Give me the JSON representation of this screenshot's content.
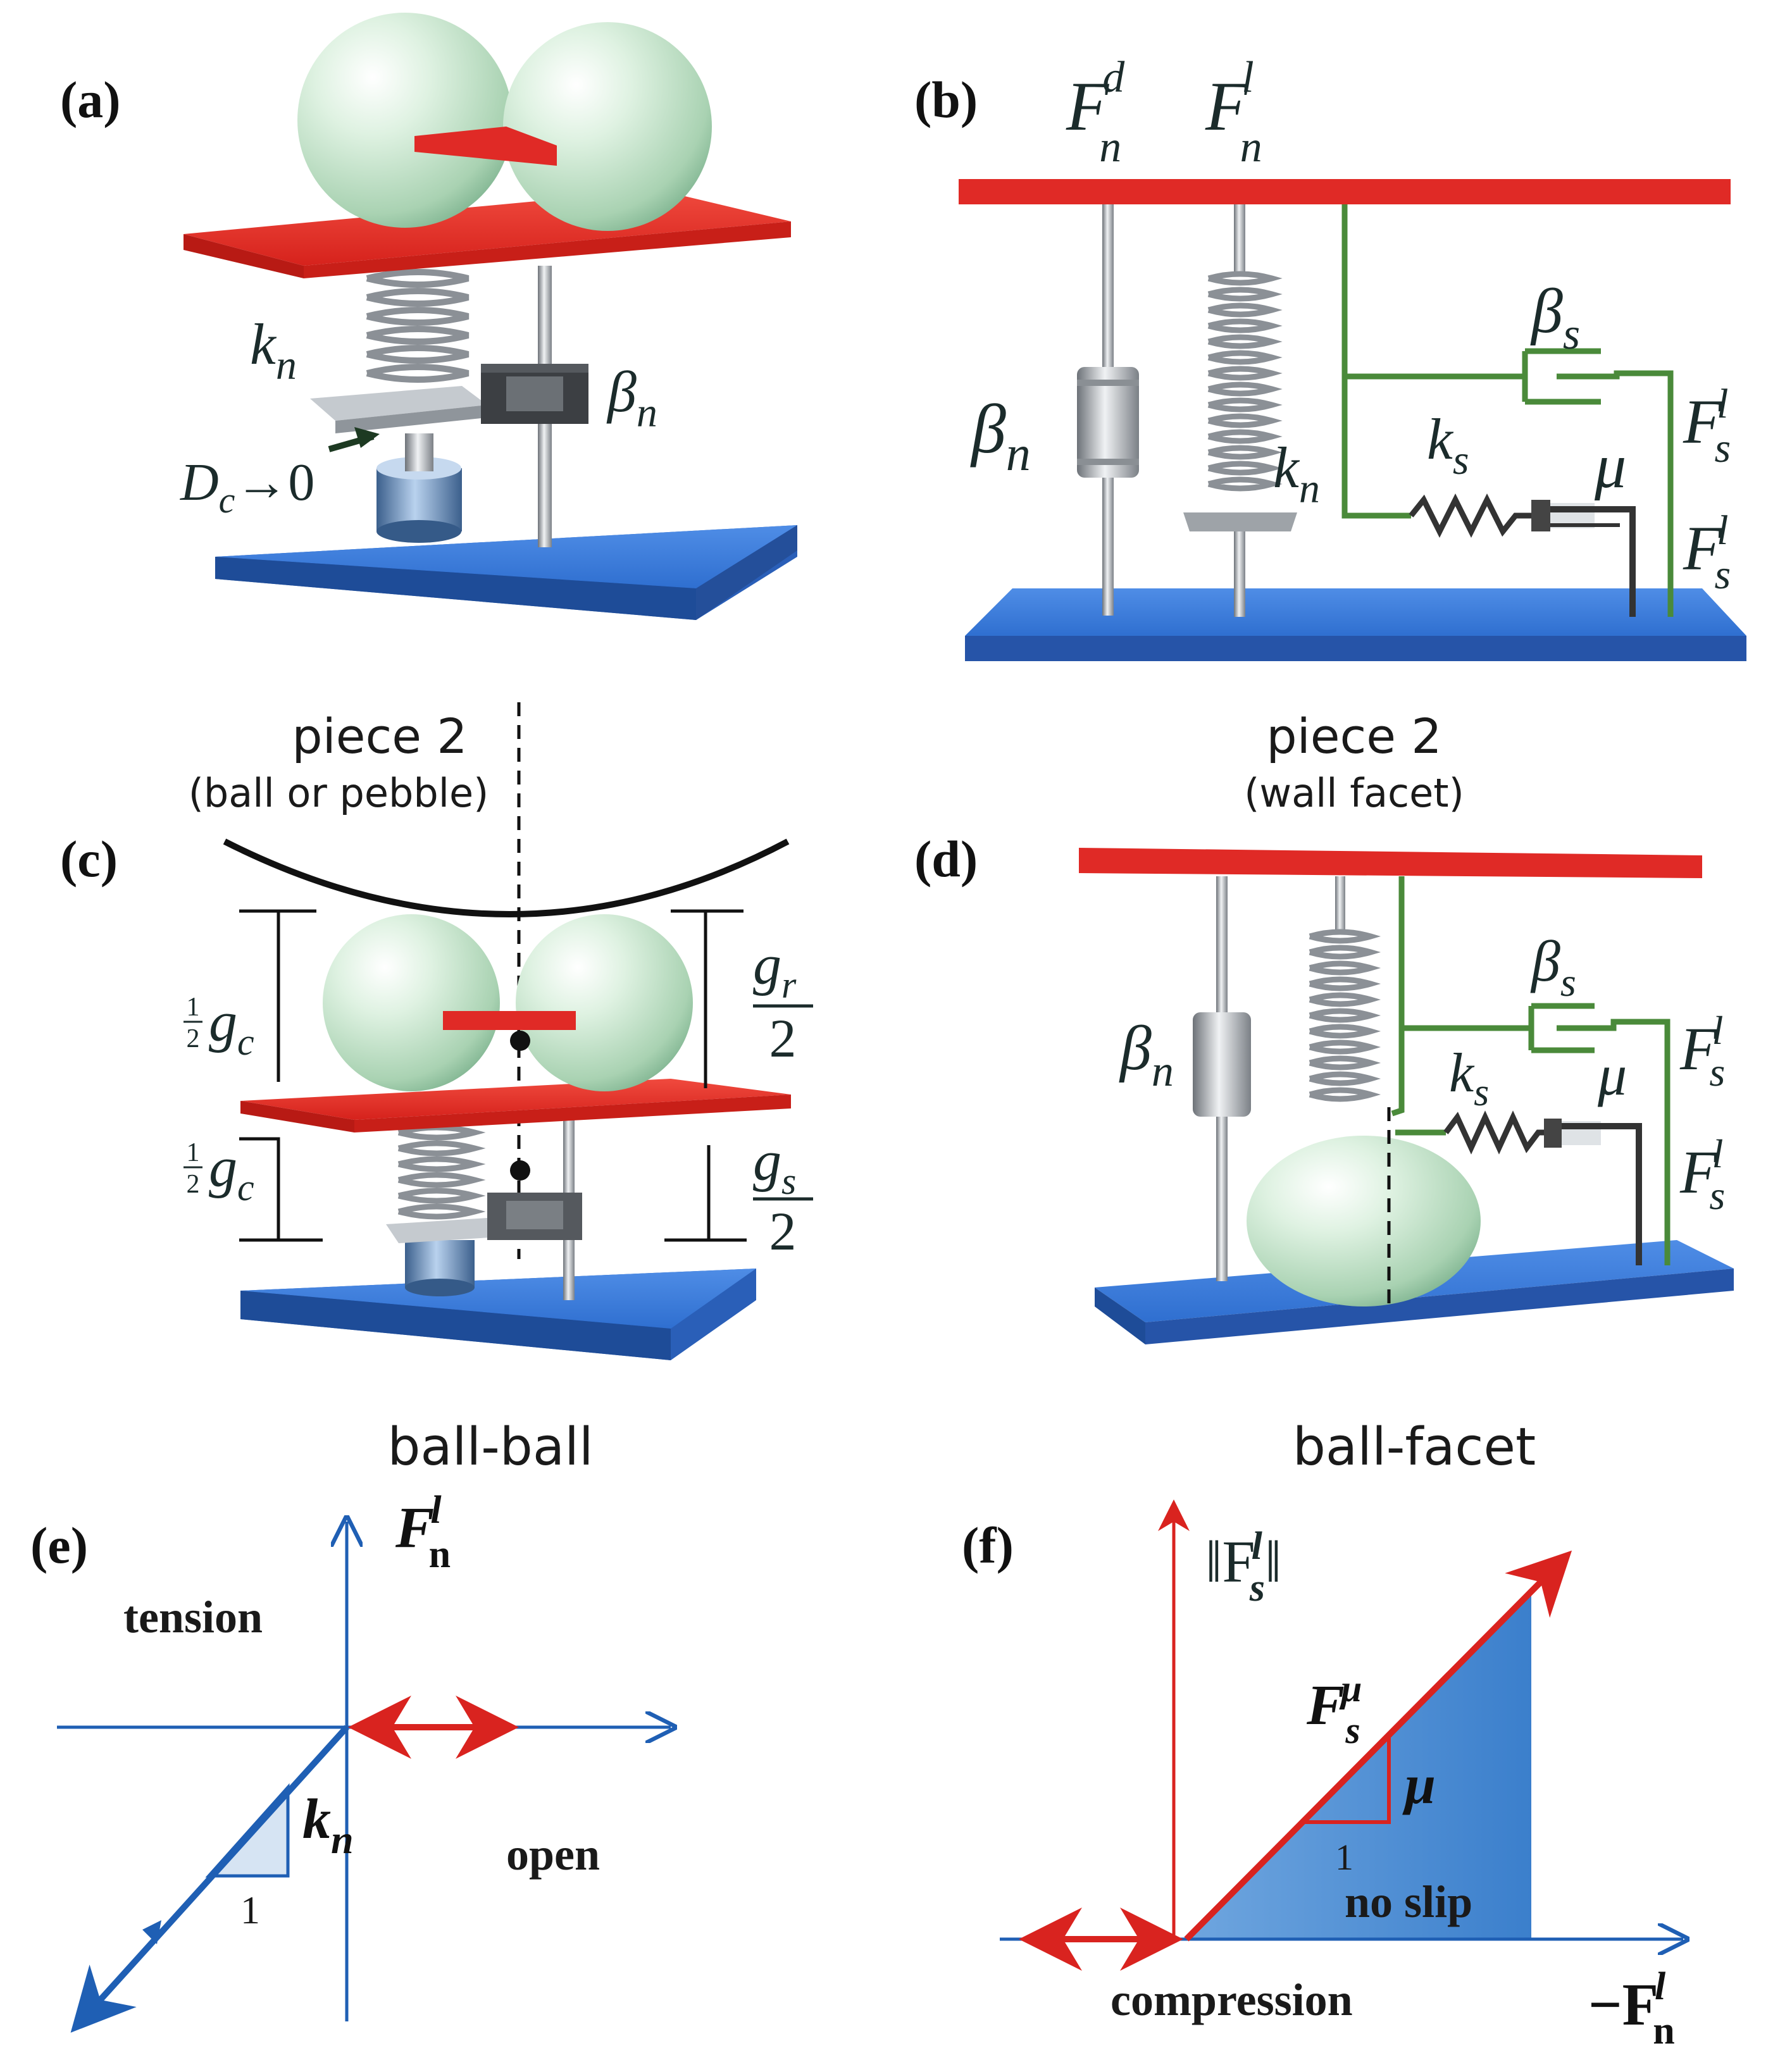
{
  "panels": {
    "a": {
      "label": "(a)",
      "kn": "k",
      "kn_sub": "n",
      "beta": "β",
      "beta_sub": "n",
      "dc": "D",
      "dc_sub": "c",
      "dc_arrow": "→0"
    },
    "b": {
      "label": "(b)",
      "Fnd": "F",
      "Fnd_sub": "n",
      "Fnd_sup": "d",
      "Fnl": "F",
      "Fnl_sub": "n",
      "Fnl_sup": "l",
      "beta_n": "β",
      "beta_n_sub": "n",
      "k_n": "k",
      "k_n_sub": "n",
      "beta_s": "β",
      "beta_s_sub": "s",
      "k_s": "k",
      "k_s_sub": "s",
      "mu": "μ",
      "Fs1": "F",
      "Fs1_sub": "s",
      "Fs1_sup": "l",
      "Fs2": "F",
      "Fs2_sub": "s",
      "Fs2_sup": "l"
    },
    "c": {
      "label": "(c)",
      "piece": "piece 2",
      "piece_desc": "(ball or pebble)",
      "half": "1",
      "half_den": "2",
      "gc": "g",
      "gc_sub": "c",
      "gr": "g",
      "gr_sub": "r",
      "gs": "g",
      "gs_sub": "s",
      "two": "2",
      "caption": "ball-ball"
    },
    "d": {
      "label": "(d)",
      "piece": "piece 2",
      "piece_desc": "(wall facet)",
      "beta_n": "β",
      "beta_n_sub": "n",
      "beta_s": "β",
      "beta_s_sub": "s",
      "k_s": "k",
      "k_s_sub": "s",
      "mu": "μ",
      "Fs1": "F",
      "Fs1_sub": "s",
      "Fs1_sup": "l",
      "Fs2": "F",
      "Fs2_sub": "s",
      "Fs2_sup": "l",
      "caption": "ball-facet"
    },
    "e": {
      "label": "(e)",
      "axis": "F",
      "axis_sub": "n",
      "axis_sup": "l",
      "tension": "tension",
      "open": "open",
      "kn": "k",
      "kn_sub": "n",
      "one": "1"
    },
    "f": {
      "label": "(f)",
      "axis_y": "‖F",
      "axis_y_sub": "s",
      "axis_y_sup": "l",
      "axis_y_end": "‖",
      "axis_x": "−F",
      "axis_x_sub": "n",
      "axis_x_sup": "l",
      "Fmu": "F",
      "Fmu_sub": "s",
      "Fmu_sup": "μ",
      "mu": "μ",
      "one": "1",
      "noslip": "no slip",
      "compression": "compression"
    }
  },
  "colors": {
    "red": "#e02a26",
    "blue": "#2f6fd0",
    "green": "#4a8a3a",
    "ball": "#cfe9d3",
    "line_blue": "#1f5fb4",
    "line_red": "#d9231f"
  }
}
